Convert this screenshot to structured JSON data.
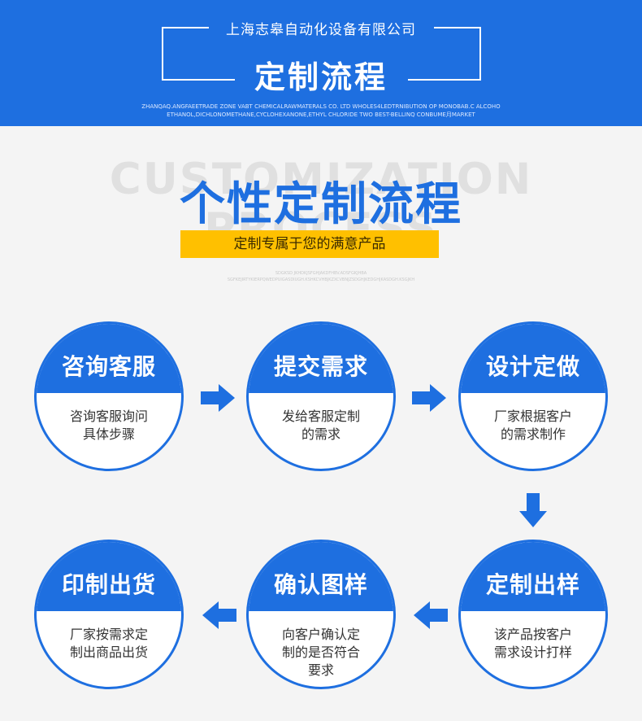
{
  "banner": {
    "company": "上海志皋自动化设备有限公司",
    "title": "定制流程",
    "sub_line1": "ZHANQAQ.ANGFAEETRADE ZONE VABT CHEMICALRAWMATERALS CO. LTD WHOLES4LEDTRNIBUTION OP MONOBAB.C ALCOHO",
    "sub_line2": "ETHANOL,DICHLONOMETHANE,CYCLOHEXANONE,ETHYL CHLORIDE TWO BEST-BELLINQ CONBUME月MARKET"
  },
  "section": {
    "watermark": "CUSTOMIZATION PROCESS",
    "title": "个性定制流程",
    "subtitle": "定制专属于您的满意产品",
    "tiny1": "SDGKSD JKHDKJSFGHJAKDFHBV.ADSFGKJHBA",
    "tiny2": "SGFKEJIRTYKIERPQWEDPUIGASDIUGH.KSHKCVHBJKZXCVBNJZSDGHJKEDGHJKASDGH.KSGJKH"
  },
  "steps": [
    {
      "title": "咨询客服",
      "desc": "咨询客服询问具体步骤"
    },
    {
      "title": "提交需求",
      "desc": "发给客服定制的需求"
    },
    {
      "title": "设计定做",
      "desc": "厂家根据客户的需求制作"
    },
    {
      "title": "定制出样",
      "desc": "该产品按客户需求设计打样"
    },
    {
      "title": "确认图样",
      "desc": "向客户确认定制的是否符合要求"
    },
    {
      "title": "印制出货",
      "desc": "厂家按需求定制出商品出货"
    }
  ],
  "colors": {
    "brand_blue": "#1e6fe0",
    "highlight": "#ffc000"
  }
}
